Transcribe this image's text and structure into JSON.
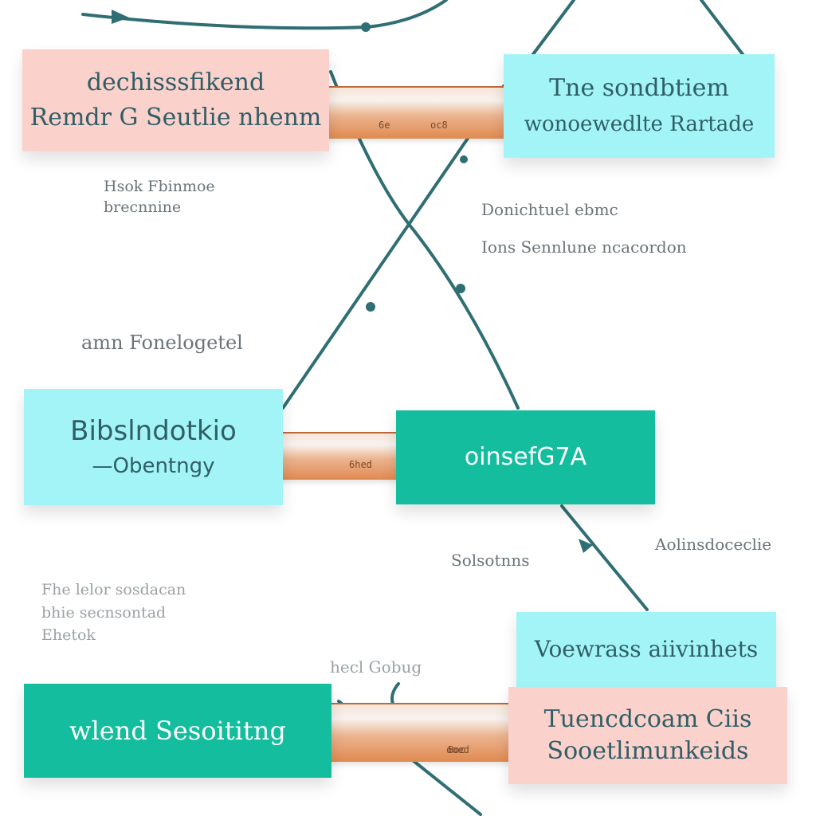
{
  "colors": {
    "connector": "#2f6e73",
    "pink": "#fbd1cc",
    "cyan": "#a3f4f6",
    "teal": "#13bd9d",
    "bar": "#e08a50"
  },
  "boxes": {
    "top_left": {
      "line1": "dechisssfikend",
      "line2": "Remdr G Seutlie nhenm"
    },
    "top_right": {
      "line1": "Tne sondbtiem",
      "line2": "wonoewedlte Rartade"
    },
    "mid_left": {
      "line1": "Bibslndotkio",
      "line2": "—Obentngy"
    },
    "mid_right": {
      "line1": "oinsefG7A"
    },
    "bottom_right_top": {
      "line1": "Voewrass aiivinhets"
    },
    "bottom_right": {
      "line1": "Tuencdcoam Ciis",
      "line2": "Sooetlimunkeids"
    },
    "bottom_left": {
      "line1": "wlend Sesoititng"
    }
  },
  "notes": {
    "n1": [
      "Hsok Fbinmoe",
      "brecnnine"
    ],
    "n2": [
      "Donichtuel ebmc"
    ],
    "n3": [
      "Ions Sennlune ncacordon"
    ],
    "n4": [
      "amn Fonelogetel"
    ],
    "n5": [
      "Solsotnns"
    ],
    "n6": [
      "Aolinsdoceclie"
    ],
    "n7": [
      "Fhe lelor sosdacan",
      "bhie secnsontad",
      "Ehetok"
    ],
    "n8": [
      "hecl Gobug"
    ]
  },
  "bar_labels": {
    "b1_a": "6e",
    "b1_b": "oc8",
    "b2": "6hed",
    "b3": "Boc",
    "box_small": "ooed"
  }
}
